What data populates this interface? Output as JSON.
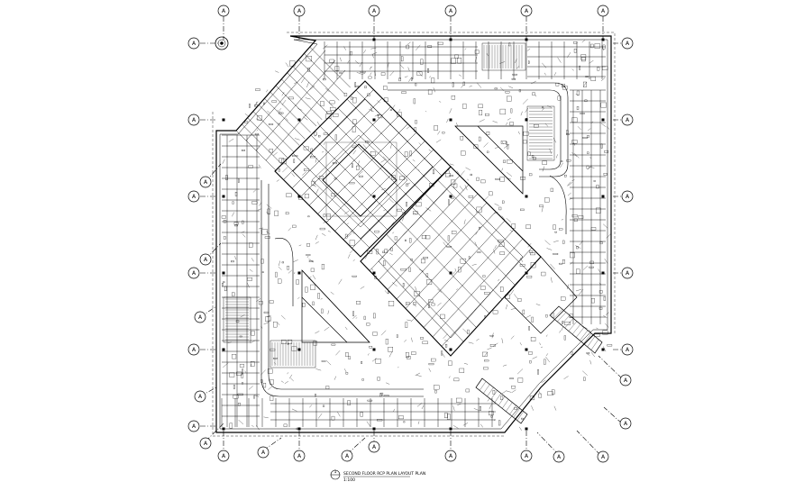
{
  "drawing": {
    "grid_bubble_label": "A",
    "title_mark": "1",
    "title_line1": "SECOND FLOOR RCP PLAN LAYOUT PLAN",
    "title_line2": "1:100"
  },
  "colors": {
    "line": "#000000",
    "paper": "#ffffff",
    "dim": "#3a3a3a"
  },
  "icons": {
    "north": "north-arrow-icon",
    "grid": "grid-bubble-icon"
  }
}
